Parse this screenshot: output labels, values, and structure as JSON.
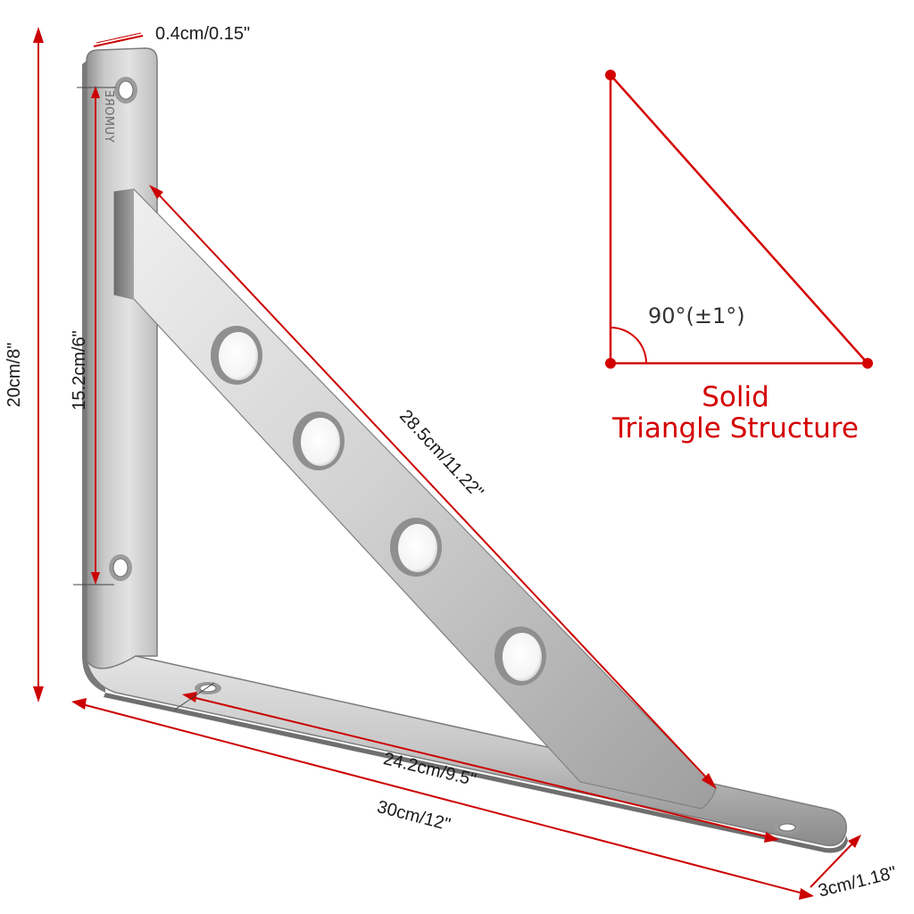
{
  "brand_mark": "YUMORE",
  "dimensions": {
    "thickness": "0.4cm/0.15\"",
    "total_height": "20cm/8\"",
    "hole_spacing_vertical": "15.2cm/6\"",
    "diagonal_length": "28.5cm/11.22\"",
    "hole_spacing_horizontal": "24.2cm/9.5\"",
    "total_length": "30cm/12\"",
    "width": "3cm/1.18\""
  },
  "inset": {
    "angle": "90°(±1°)",
    "caption_line1": "Solid",
    "caption_line2": "Triangle Structure"
  },
  "colors": {
    "dimension_line": "#cc0000",
    "caption": "#d40000",
    "metal_light": "#e6e6e6",
    "metal_dark": "#9a9a9a"
  }
}
